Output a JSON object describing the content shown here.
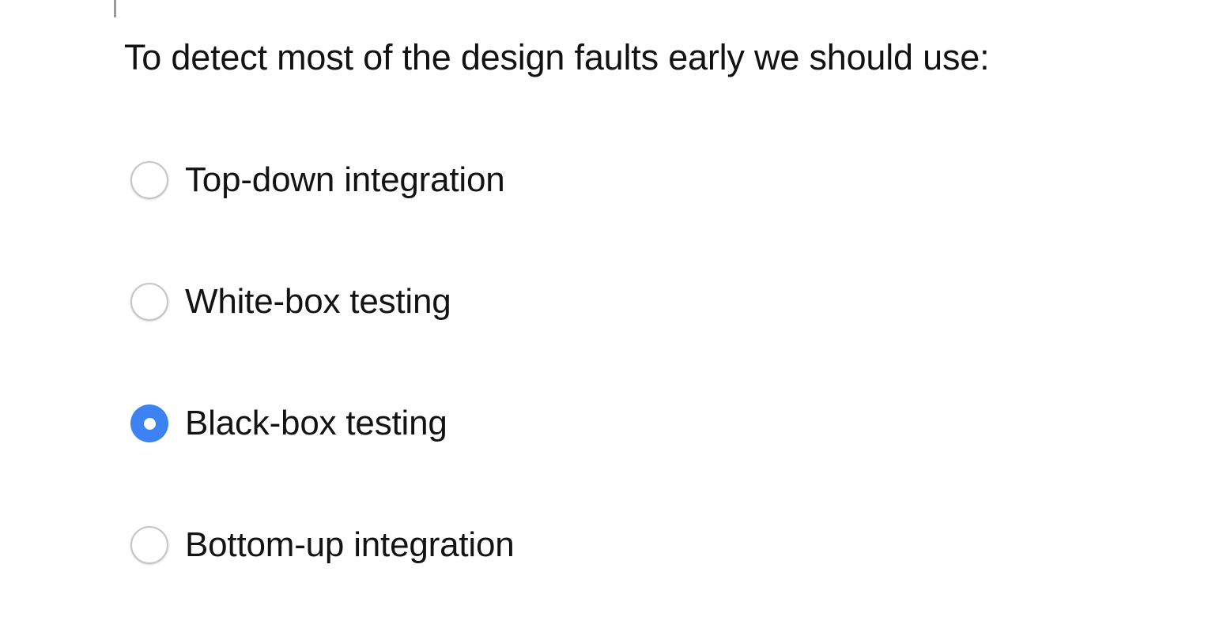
{
  "page": {
    "background_color": "#ffffff",
    "caret": {
      "name": "text-caret",
      "color": "#9a9a9a"
    }
  },
  "question": {
    "text": "To detect most of the design faults early we should use:"
  },
  "colors": {
    "selected_radio": "#3d82f2",
    "unselected_radio_border": "#c6c6c6",
    "text": "#131313"
  },
  "options": [
    {
      "label": "Top-down integration",
      "selected": false
    },
    {
      "label": "White-box testing",
      "selected": false
    },
    {
      "label": "Black-box testing",
      "selected": true
    },
    {
      "label": "Bottom-up integration",
      "selected": false
    }
  ]
}
